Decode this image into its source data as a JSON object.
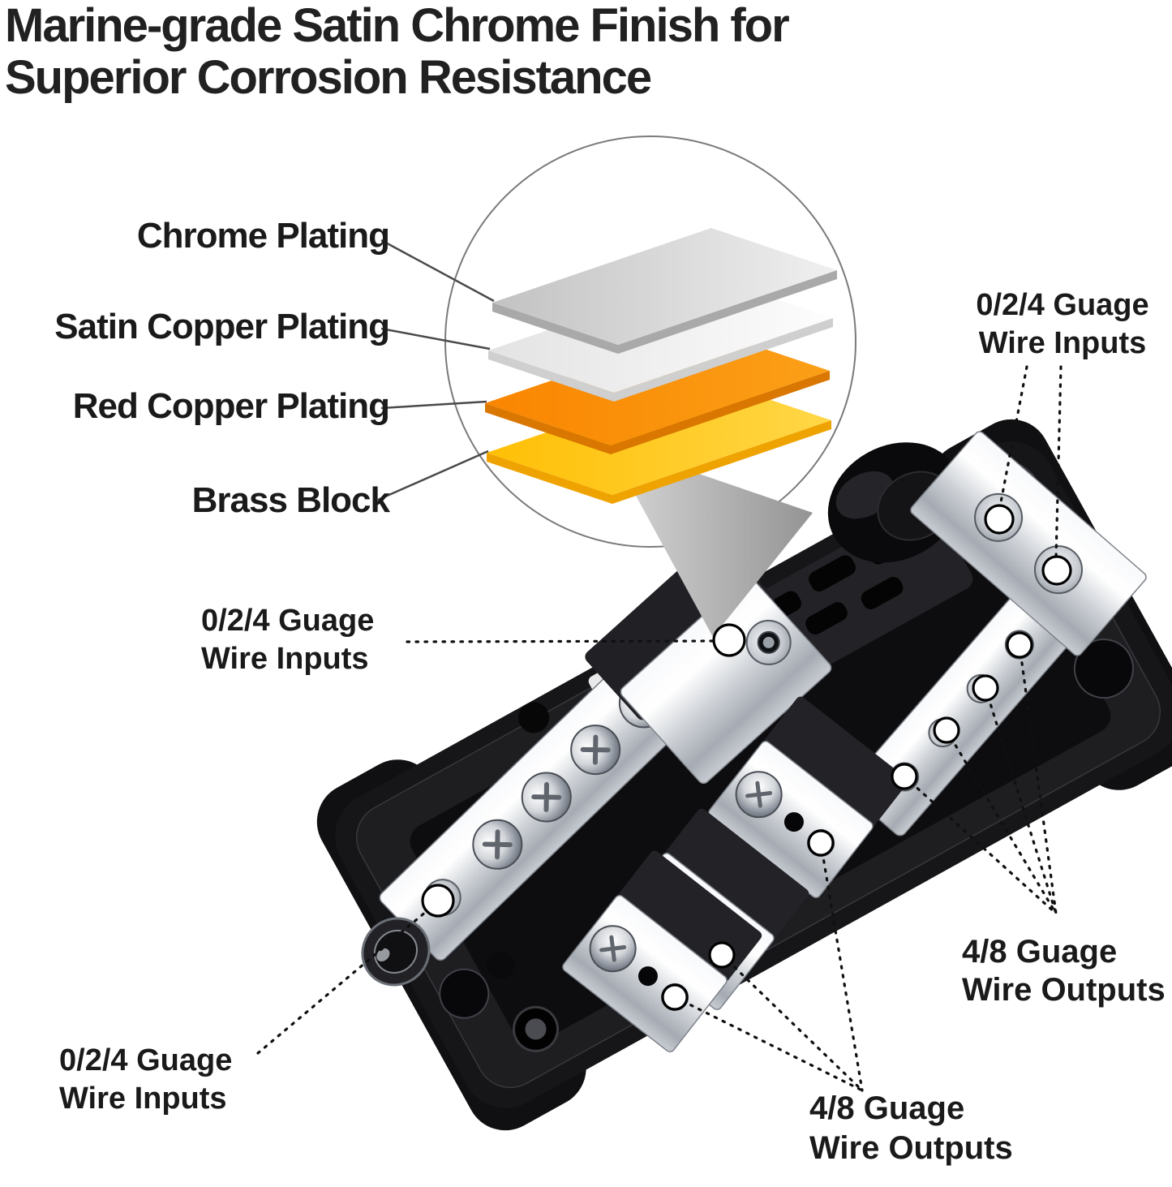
{
  "title": {
    "line1": "Marine-grade Satin Chrome Finish for",
    "line2": "Superior Corrosion Resistance"
  },
  "layer_callouts": [
    {
      "name": "chrome-plating",
      "label": "Chrome Plating",
      "color": "#D9D9D9"
    },
    {
      "name": "satin-copper-plating",
      "label": "Satin Copper Plating",
      "color": "#F2F2F2"
    },
    {
      "name": "red-copper-plating",
      "label": "Red Copper Plating",
      "color": "#FB8E03"
    },
    {
      "name": "brass-block",
      "label": "Brass Block",
      "color": "#FFC512"
    }
  ],
  "wire_callouts": {
    "input_top_right": {
      "line1": "0/2/4 Guage",
      "line2": "Wire Inputs"
    },
    "input_middle_left": {
      "line1": "0/2/4 Guage",
      "line2": "Wire Inputs"
    },
    "input_bottom_left": {
      "line1": "0/2/4 Guage",
      "line2": "Wire Inputs"
    },
    "output_right": {
      "line1": "4/8 Guage",
      "line2": "Wire Outputs"
    },
    "output_bottom": {
      "line1": "4/8 Guage",
      "line2": "Wire Outputs"
    }
  },
  "colors": {
    "background": "#FFFFFF",
    "text": "#1C1C1C",
    "body_black": "#161618",
    "chrome": "#D7DADF",
    "orange": "#FB8E03",
    "yellow": "#FFC512"
  }
}
